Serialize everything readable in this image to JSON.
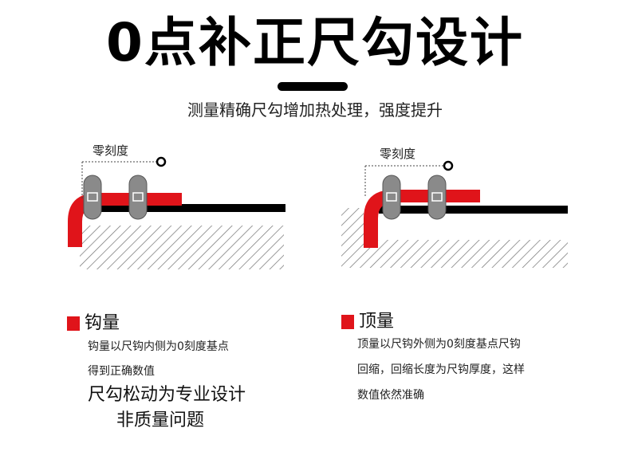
{
  "header": {
    "title": "0点补正尺勾设计",
    "subtitle": "测量精确尺勾增加热处理，强度提升"
  },
  "left_diagram": {
    "zero_label": "零刻度"
  },
  "right_diagram": {
    "zero_label": "零刻度"
  },
  "left_section": {
    "heading": "钩量",
    "line1": "钩量以尺钩内侧为0刻度基点",
    "line2": "得到正确数值",
    "line3": "尺勾松动为专业设计",
    "line4": "非质量问题"
  },
  "right_section": {
    "heading": "顶量",
    "line1": "顶量以尺钩外侧为0刻度基点尺钩",
    "line2": "回缩，回缩长度为尺钩厚度，这样",
    "line3": "数值依然准确"
  },
  "colors": {
    "accent_red": "#e0141a",
    "blade_black": "#000000",
    "rivet_gray": "#8a8a8a",
    "hatch_gray": "#7a7a7a"
  }
}
